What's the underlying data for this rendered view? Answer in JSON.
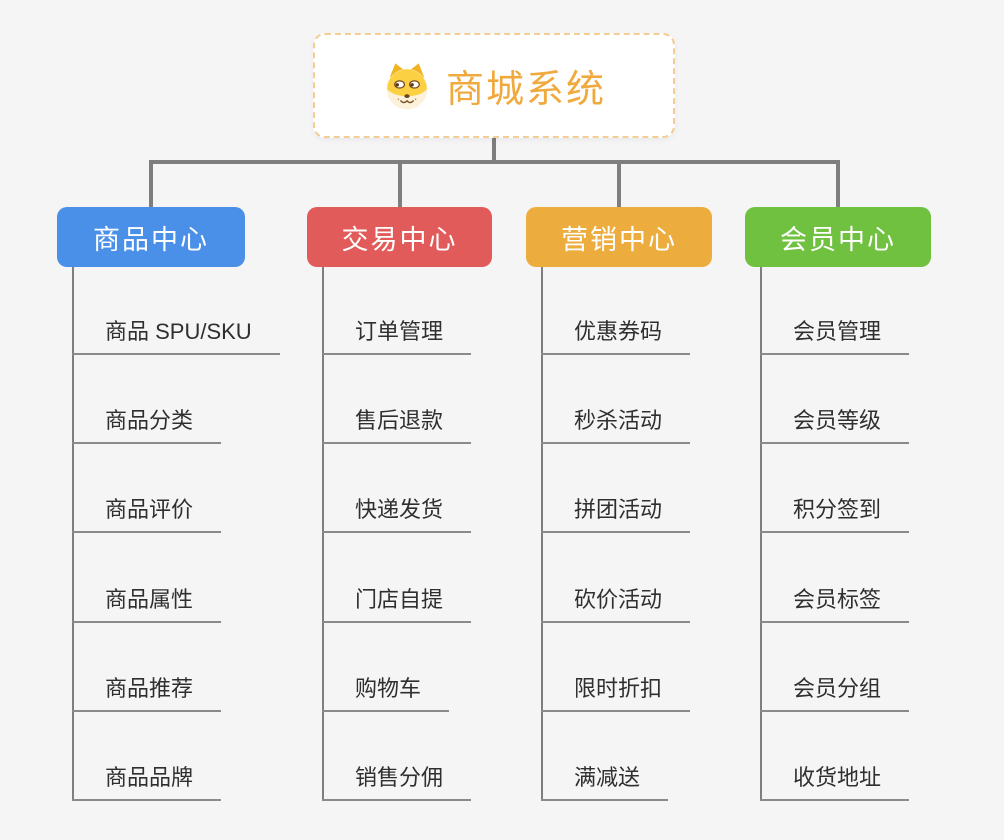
{
  "canvas": {
    "background_color": "#F5F5F6",
    "connector_color": "#7E7E7E",
    "underline_color": "#8A8A8A"
  },
  "root": {
    "label": "商城系统",
    "icon": "dog-face-icon",
    "text_color": "#F0A93C",
    "border_color": "#F3CD91"
  },
  "branches": [
    {
      "label": "商品中心",
      "color": "#4A8FE8",
      "items": [
        "商品 SPU/SKU",
        "商品分类",
        "商品评价",
        "商品属性",
        "商品推荐",
        "商品品牌"
      ]
    },
    {
      "label": "交易中心",
      "color": "#E25B5B",
      "items": [
        "订单管理",
        "售后退款",
        "快递发货",
        "门店自提",
        "购物车",
        "销售分佣"
      ]
    },
    {
      "label": "营销中心",
      "color": "#EDAD3E",
      "items": [
        "优惠券码",
        "秒杀活动",
        "拼团活动",
        "砍价活动",
        "限时折扣",
        "满减送"
      ]
    },
    {
      "label": "会员中心",
      "color": "#6FC13F",
      "items": [
        "会员管理",
        "会员等级",
        "积分签到",
        "会员标签",
        "会员分组",
        "收货地址"
      ]
    }
  ]
}
